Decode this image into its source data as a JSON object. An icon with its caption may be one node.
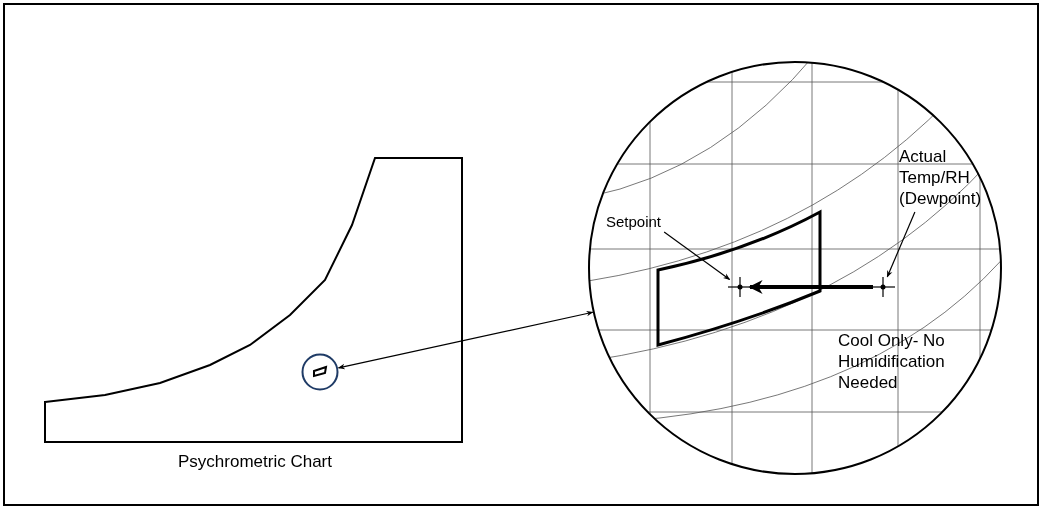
{
  "diagram": {
    "nodes": [
      {
        "text": [
          "Psychrometric Chart"
        ]
      },
      {
        "text": [],
        "shape": "circle",
        "in": 0
      },
      {
        "text": [],
        "shape": "circle"
      },
      {
        "text": [
          "Setpoint"
        ],
        "in": 2
      },
      {
        "text": [],
        "shape": "point",
        "in": 2
      },
      {
        "text": [
          "Actual Temp/RH (Dewpoint)"
        ],
        "in": 2
      },
      {
        "text": [],
        "shape": "point",
        "in": 2
      }
    ],
    "edges": [
      {
        "from": 1,
        "to": 2,
        "arrow": "both"
      },
      {
        "from": 3,
        "to": 4,
        "arrow": "to"
      },
      {
        "from": 5,
        "to": 6,
        "arrow": "to"
      },
      {
        "from": 6,
        "to": 4,
        "arrow": "to",
        "style": "thick"
      }
    ],
    "labels": [
      "Cool Only- No Humidification Needed"
    ]
  }
}
